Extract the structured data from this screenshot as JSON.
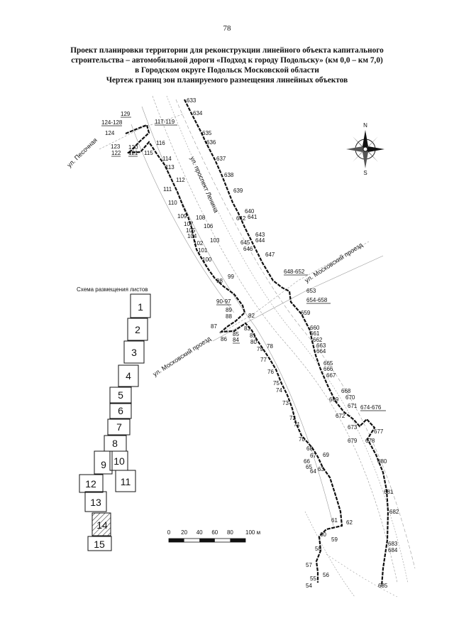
{
  "page_number": "78",
  "header": {
    "line1": "Проект планировки территории для реконструкции линейного объекта капитального",
    "line2": "строительства – автомобильной дороги «Подход к городу Подольску» (км 0,0 – км 7,0)",
    "line3": "в Городском округе Подольск Московской области",
    "line4": "Чертеж границ зон планируемого размещения линейных объектов"
  },
  "roads": {
    "pesochnaya": "ул. Песочная",
    "lenina": "ул. проспект Ленина",
    "moskovsky_1": "ул. Московский проезд",
    "moskovsky_2": "ул. Московский проезд"
  },
  "compass": {
    "north": "N",
    "south": "S"
  },
  "scale": {
    "ticks": [
      "0",
      "20",
      "40",
      "60",
      "80",
      "100 м"
    ]
  },
  "sheet_layout": {
    "title": "Схема размещения листов",
    "sheets": [
      "1",
      "2",
      "3",
      "4",
      "5",
      "6",
      "7",
      "8",
      "9",
      "10",
      "11",
      "12",
      "13",
      "14",
      "15"
    ]
  },
  "left_labels": [
    {
      "t": "129"
    },
    {
      "t": "124-128"
    },
    {
      "t": "117-119"
    },
    {
      "t": "124"
    },
    {
      "t": "123"
    },
    {
      "t": "122"
    },
    {
      "t": "120"
    },
    {
      "t": "121"
    },
    {
      "t": "116"
    },
    {
      "t": "115"
    },
    {
      "t": "114"
    },
    {
      "t": "113"
    },
    {
      "t": "112"
    },
    {
      "t": "111"
    },
    {
      "t": "110"
    },
    {
      "t": "109"
    },
    {
      "t": "108"
    },
    {
      "t": "107"
    },
    {
      "t": "106"
    },
    {
      "t": "105"
    },
    {
      "t": "104"
    },
    {
      "t": "103"
    },
    {
      "t": "102"
    },
    {
      "t": "101"
    },
    {
      "t": "100"
    },
    {
      "t": "99"
    },
    {
      "t": "98"
    },
    {
      "t": "90-97"
    },
    {
      "t": "89"
    },
    {
      "t": "88"
    },
    {
      "t": "87"
    },
    {
      "t": "86"
    },
    {
      "t": "85"
    },
    {
      "t": "84"
    },
    {
      "t": "83"
    },
    {
      "t": "82"
    },
    {
      "t": "81"
    },
    {
      "t": "80"
    },
    {
      "t": "79"
    },
    {
      "t": "78"
    },
    {
      "t": "77"
    },
    {
      "t": "76"
    },
    {
      "t": "75"
    },
    {
      "t": "74"
    },
    {
      "t": "73"
    },
    {
      "t": "72"
    },
    {
      "t": "71"
    },
    {
      "t": "70"
    },
    {
      "t": "69"
    },
    {
      "t": "68"
    },
    {
      "t": "67"
    },
    {
      "t": "66"
    },
    {
      "t": "65"
    },
    {
      "t": "64"
    },
    {
      "t": "63"
    },
    {
      "t": "62"
    },
    {
      "t": "61"
    },
    {
      "t": "60"
    },
    {
      "t": "59"
    },
    {
      "t": "58"
    },
    {
      "t": "57"
    },
    {
      "t": "56"
    },
    {
      "t": "55"
    },
    {
      "t": "54"
    }
  ],
  "right_labels": [
    {
      "t": "633"
    },
    {
      "t": "634"
    },
    {
      "t": "635"
    },
    {
      "t": "636"
    },
    {
      "t": "637"
    },
    {
      "t": "638"
    },
    {
      "t": "639"
    },
    {
      "t": "640"
    },
    {
      "t": "641"
    },
    {
      "t": "642"
    },
    {
      "t": "643"
    },
    {
      "t": "644"
    },
    {
      "t": "645"
    },
    {
      "t": "646"
    },
    {
      "t": "647"
    },
    {
      "t": "648-652"
    },
    {
      "t": "653"
    },
    {
      "t": "654-658"
    },
    {
      "t": "659"
    },
    {
      "t": "660"
    },
    {
      "t": "661"
    },
    {
      "t": "662"
    },
    {
      "t": "663"
    },
    {
      "t": "664"
    },
    {
      "t": "665"
    },
    {
      "t": "666"
    },
    {
      "t": "667"
    },
    {
      "t": "668"
    },
    {
      "t": "669"
    },
    {
      "t": "670"
    },
    {
      "t": "671"
    },
    {
      "t": "672"
    },
    {
      "t": "673"
    },
    {
      "t": "674-676"
    },
    {
      "t": "677"
    },
    {
      "t": "678"
    },
    {
      "t": "679"
    },
    {
      "t": "680"
    },
    {
      "t": "681"
    },
    {
      "t": "682"
    },
    {
      "t": "683"
    },
    {
      "t": "684"
    },
    {
      "t": "685"
    }
  ]
}
